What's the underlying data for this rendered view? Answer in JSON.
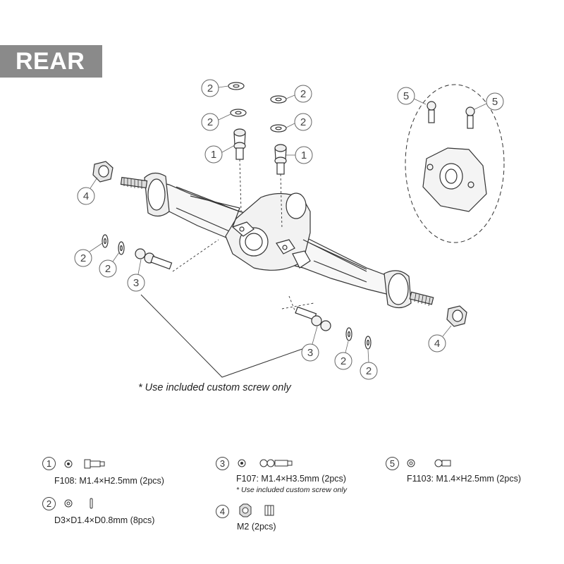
{
  "banner": {
    "label": "REAR"
  },
  "note": "* Use included custom screw only",
  "callouts": [
    "1",
    "2",
    "3",
    "4",
    "5"
  ],
  "legend": [
    {
      "number": "1",
      "spec": "F108: M1.4×H2.5mm (2pcs)",
      "sub": ""
    },
    {
      "number": "2",
      "spec": "D3×D1.4×D0.8mm (8pcs)",
      "sub": ""
    },
    {
      "number": "3",
      "spec": "F107: M1.4×H3.5mm (2pcs)",
      "sub": "* Use included custom screw only"
    },
    {
      "number": "4",
      "spec": "M2  (2pcs)",
      "sub": ""
    },
    {
      "number": "5",
      "spec": "F1103: M1.4×H2.5mm (2pcs)",
      "sub": ""
    }
  ]
}
